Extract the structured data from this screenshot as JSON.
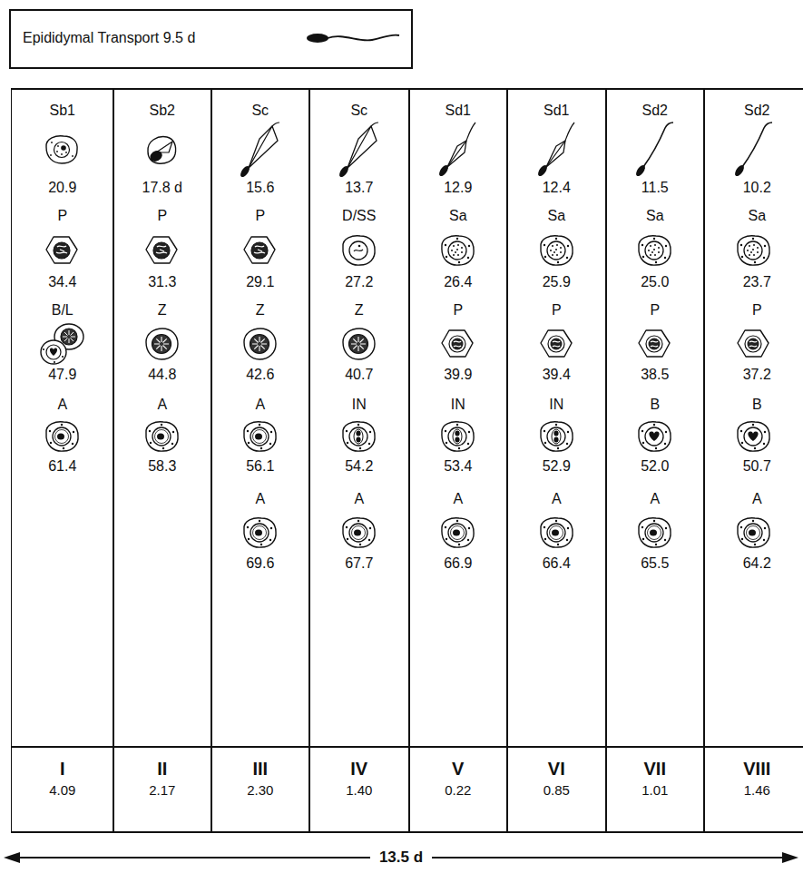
{
  "diagram": {
    "nodes": [
      {
        "text": [
          "Epididymal Transport 9.5 d"
        ]
      },
      {
        "text": [
          "Sb1",
          "20.9",
          "P",
          "34.4",
          "B/L",
          "47.9",
          "A",
          "61.4",
          "I",
          "4.09"
        ]
      },
      {
        "text": [
          "Sb2",
          "17.8 d",
          "P",
          "31.3",
          "Z",
          "44.8",
          "A",
          "58.3",
          "II",
          "2.17"
        ]
      },
      {
        "text": [
          "Sc",
          "15.6",
          "P",
          "29.1",
          "Z",
          "42.6",
          "A",
          "56.1",
          "A",
          "69.6",
          "III",
          "2.30"
        ]
      },
      {
        "text": [
          "Sc",
          "13.7",
          "D/SS",
          "27.2",
          "Z",
          "40.7",
          "IN",
          "54.2",
          "A",
          "67.7",
          "IV",
          "1.40"
        ]
      },
      {
        "text": [
          "Sd1",
          "12.9",
          "Sa",
          "26.4",
          "P",
          "39.9",
          "IN",
          "53.4",
          "A",
          "66.9",
          "V",
          "0.22"
        ]
      },
      {
        "text": [
          "Sd1",
          "12.4",
          "Sa",
          "25.9",
          "P",
          "39.4",
          "IN",
          "52.9",
          "A",
          "66.4",
          "VI",
          "0.85"
        ]
      },
      {
        "text": [
          "Sd2",
          "11.5",
          "Sa",
          "25.0",
          "P",
          "38.5",
          "B",
          "52.0",
          "A",
          "65.5",
          "VII",
          "1.01"
        ]
      },
      {
        "text": [
          "Sd2",
          "10.2",
          "Sa",
          "23.7",
          "P",
          "37.2",
          "B",
          "50.7",
          "A",
          "64.2",
          "VIII",
          "1.46"
        ]
      }
    ],
    "labels": [
      "13.5 d"
    ]
  }
}
